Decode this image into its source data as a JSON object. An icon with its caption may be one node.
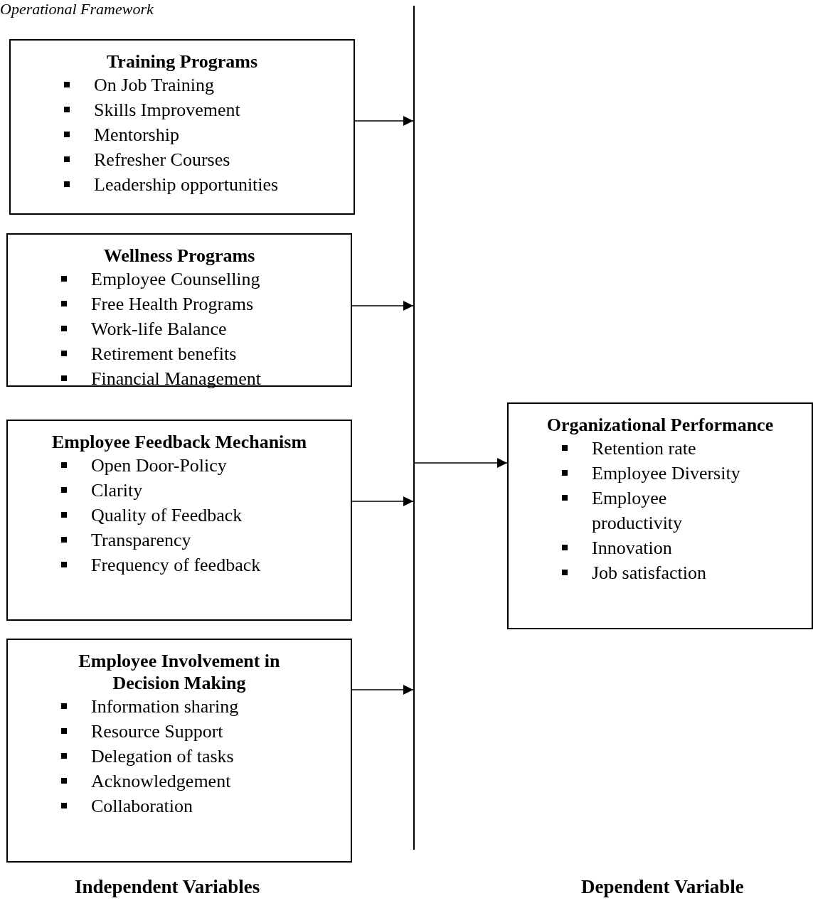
{
  "diagram": {
    "title": "Operational Framework",
    "nodes": [
      {
        "text": [
          "Training Programs",
          "On Job Training",
          "Skills Improvement",
          "Mentorship",
          "Refresher Courses",
          "Leadership opportunities"
        ]
      },
      {
        "text": [
          "Wellness Programs",
          "Employee Counselling",
          "Free Health Programs",
          "Work-life Balance",
          "Retirement benefits",
          "Financial Management"
        ]
      },
      {
        "text": [
          "Employee Feedback Mechanism",
          "Open Door-Policy",
          "Clarity",
          "Quality of Feedback",
          "Transparency",
          "Frequency of feedback"
        ]
      },
      {
        "text": [
          "Employee Involvement in Decision Making",
          "Information sharing",
          "Resource Support",
          "Delegation of tasks",
          "Acknowledgement",
          "Collaboration"
        ]
      },
      {
        "text": [],
        "shape": "bar"
      },
      {
        "text": [
          "Organizational Performance",
          "Retention rate",
          "Employee Diversity",
          "Employee productivity",
          "Innovation",
          "Job satisfaction"
        ]
      }
    ],
    "edges": [
      {
        "from": 0,
        "to": 4,
        "arrow": "to"
      },
      {
        "from": 1,
        "to": 4,
        "arrow": "to"
      },
      {
        "from": 2,
        "to": 4,
        "arrow": "to"
      },
      {
        "from": 3,
        "to": 4,
        "arrow": "to"
      },
      {
        "from": 4,
        "to": 5,
        "arrow": "to"
      }
    ],
    "labels": [
      "Independent Variables",
      "Dependent Variable"
    ]
  }
}
